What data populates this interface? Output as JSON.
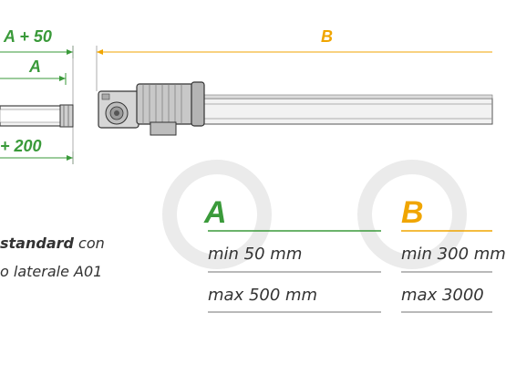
{
  "dimensions": {
    "a_plus_50": "A + 50",
    "a": "A",
    "a_plus_200": "+ 200",
    "b": "B"
  },
  "caption": {
    "line1_bold": "standard",
    "line1_rest": " con",
    "line2": "o laterale A01"
  },
  "legend": {
    "a": {
      "letter": "A",
      "min": "min 50 mm",
      "max": "max 500 mm",
      "color": "#3a9a3a"
    },
    "b": {
      "letter": "B",
      "min": "min 300 mm",
      "max": "max 3000",
      "color": "#f0a500"
    }
  },
  "colors": {
    "dimension_green": "#3a9a3a",
    "dimension_orange": "#f0a500",
    "circle_grey": "#e6e6e6"
  }
}
